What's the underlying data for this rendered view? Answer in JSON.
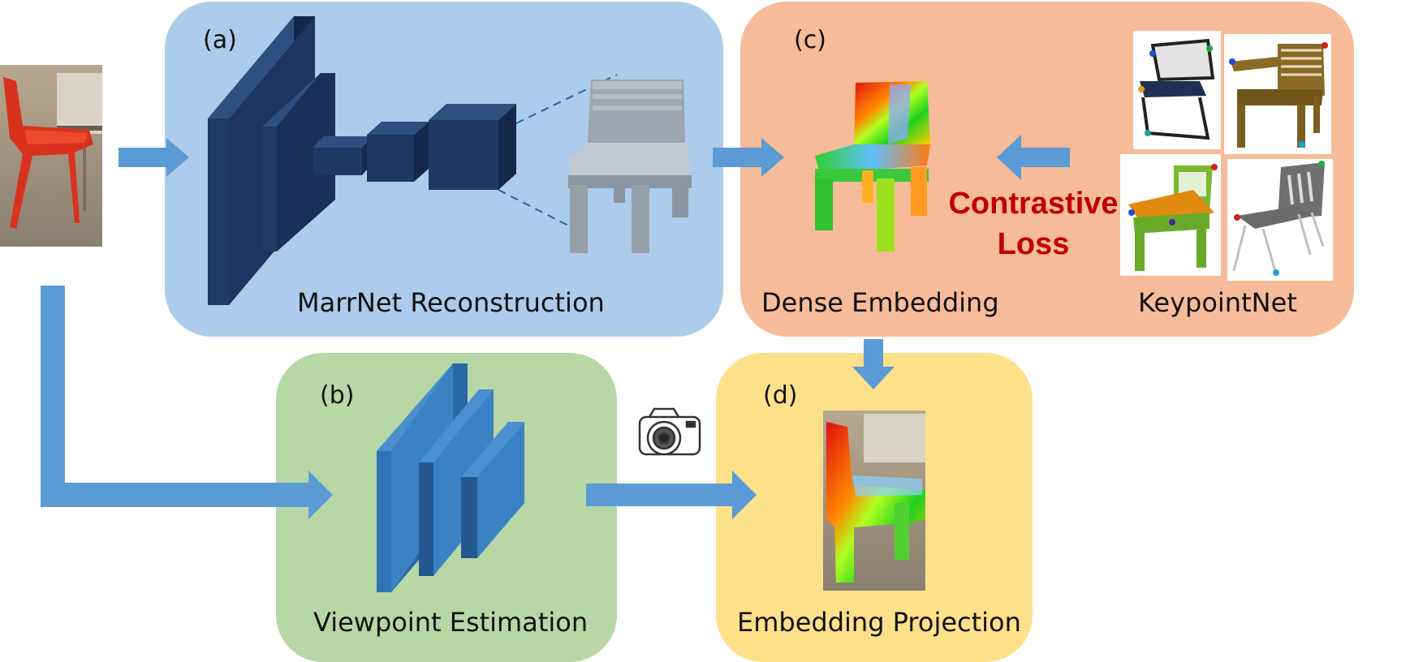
{
  "panels": {
    "a": {
      "tag": "(a)",
      "title": "MarrNet Reconstruction",
      "color": "#adcbea"
    },
    "b": {
      "tag": "(b)",
      "title": "Viewpoint Estimation",
      "color": "#b8d7a6"
    },
    "c": {
      "tag": "(c)",
      "title": "Dense Embedding",
      "title2": "KeypointNet",
      "color": "#f6bb98"
    },
    "d": {
      "tag": "(d)",
      "title": "Embedding Projection",
      "color": "#fde08a"
    }
  },
  "loss": {
    "line1": "Contrastive",
    "line2": "Loss",
    "color": "#c00000"
  },
  "colors": {
    "arrow": "#5b9bd5",
    "cnn_dark": "#1f3864",
    "cnn_light": "#2e75b6"
  }
}
